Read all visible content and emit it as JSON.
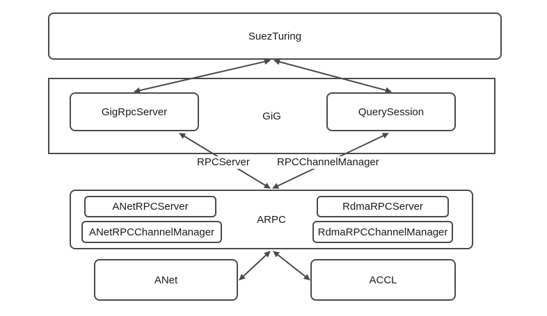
{
  "nodes": {
    "suez_turing": "SuezTuring",
    "gig": "GiG",
    "gig_rpc_server": "GigRpcServer",
    "query_session": "QuerySession",
    "arpc": "ARPC",
    "anet_rpc_server": "ANetRPCServer",
    "anet_rpc_channel_manager": "ANetRPCChannelManager",
    "rdma_rpc_server": "RdmaRPCServer",
    "rdma_rpc_channel_manager": "RdmaRPCChannelManager",
    "anet": "ANet",
    "accl": "ACCL"
  },
  "edge_labels": {
    "rpc_server": "RPCServer",
    "rpc_channel_manager": "RPCChannelManager"
  },
  "colors": {
    "stroke": "#4a4a4a",
    "text": "#1a1a1a",
    "background": "#ffffff"
  }
}
